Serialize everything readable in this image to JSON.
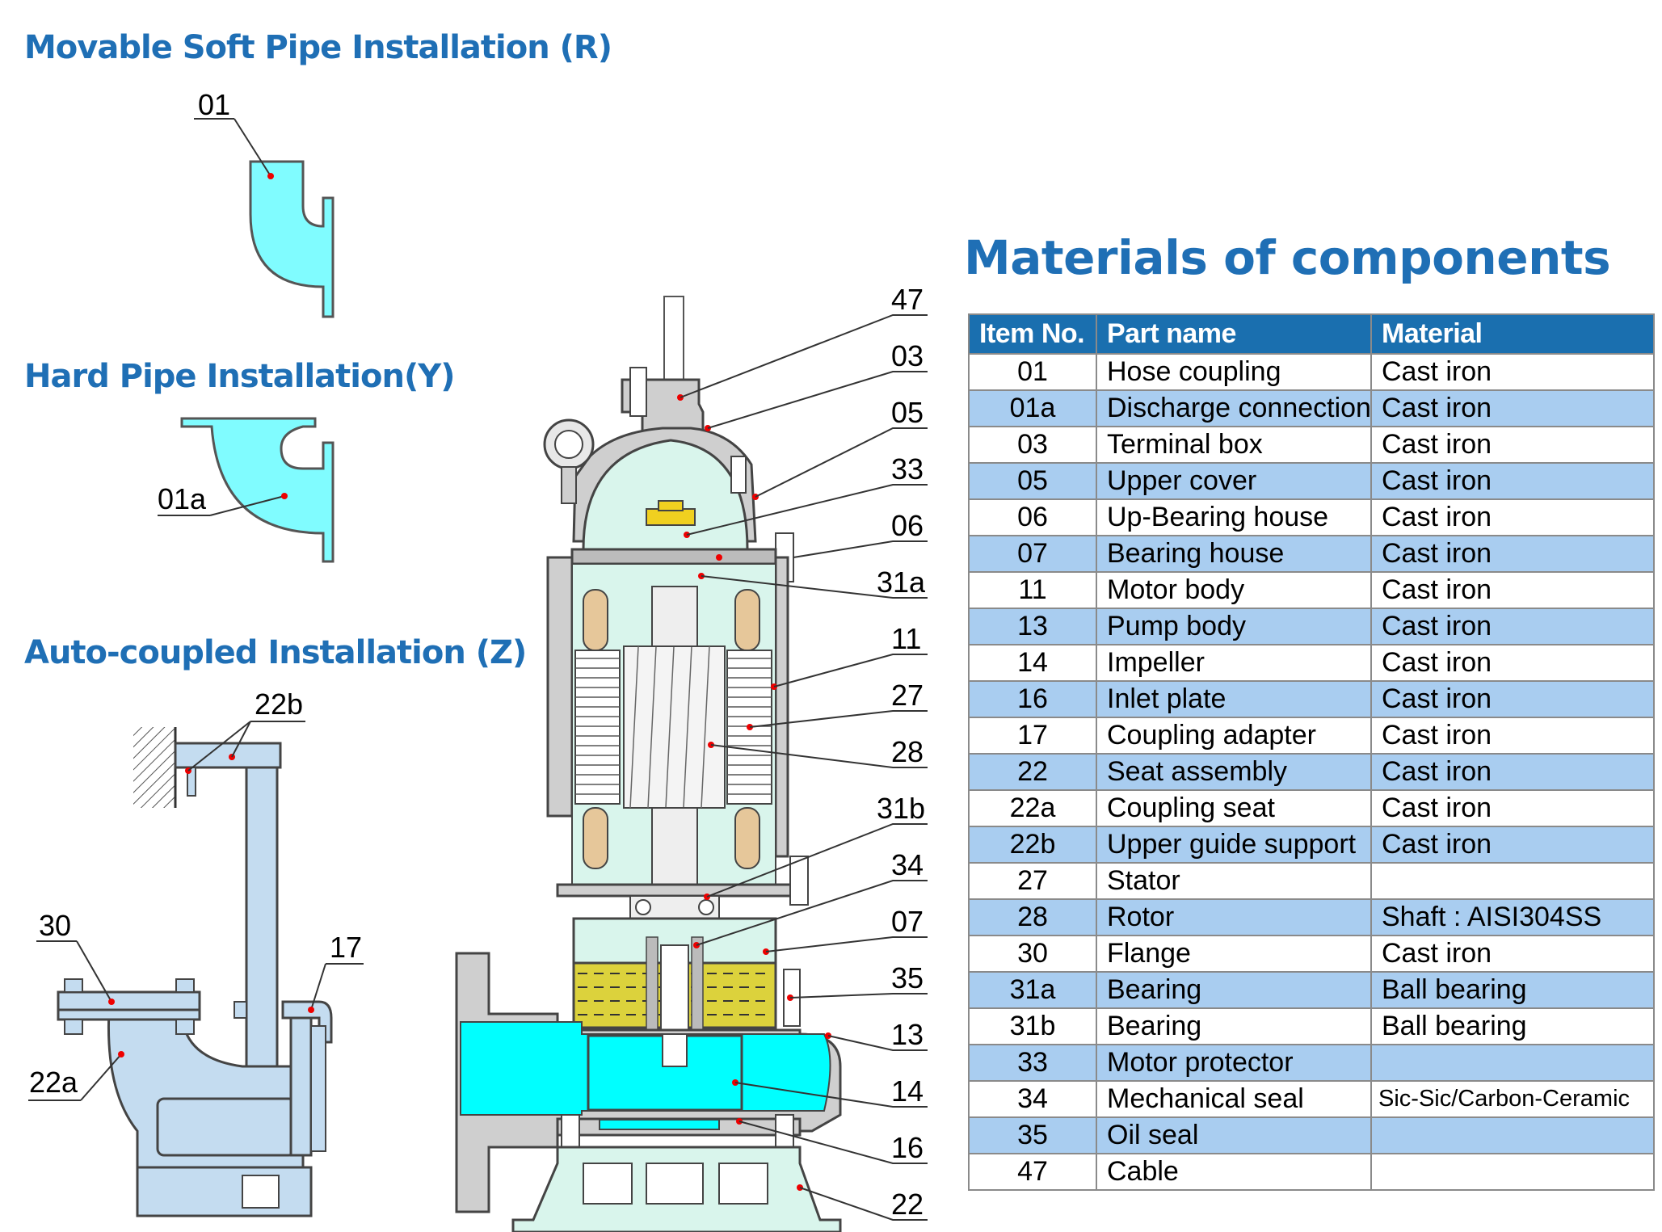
{
  "sections": {
    "movable": "Movable Soft Pipe Installation (R)",
    "hard": "Hard Pipe  Installation(Y)",
    "auto": "Auto-coupled Installation (Z)"
  },
  "materials_title": "Materials of components",
  "table": {
    "headers": [
      "Item No.",
      "Part name",
      "Material"
    ],
    "rows": [
      [
        "01",
        "Hose coupling",
        "Cast iron"
      ],
      [
        "01a",
        "Discharge connection",
        "Cast iron"
      ],
      [
        "03",
        "Terminal box",
        "Cast iron"
      ],
      [
        "05",
        "Upper cover",
        "Cast iron"
      ],
      [
        "06",
        "Up-Bearing house",
        "Cast iron"
      ],
      [
        "07",
        "Bearing house",
        "Cast iron"
      ],
      [
        "11",
        "Motor body",
        "Cast iron"
      ],
      [
        "13",
        "Pump body",
        "Cast iron"
      ],
      [
        "14",
        "Impeller",
        "Cast iron"
      ],
      [
        "16",
        "Inlet plate",
        "Cast iron"
      ],
      [
        "17",
        "Coupling adapter",
        "Cast iron"
      ],
      [
        "22",
        "Seat assembly",
        "Cast iron"
      ],
      [
        "22a",
        "Coupling seat",
        "Cast iron"
      ],
      [
        "22b",
        "Upper guide support",
        "Cast iron"
      ],
      [
        "27",
        "Stator",
        ""
      ],
      [
        "28",
        "Rotor",
        "Shaft : AISI304SS"
      ],
      [
        "30",
        "Flange",
        "Cast iron"
      ],
      [
        "31a",
        "Bearing",
        "Ball bearing"
      ],
      [
        "31b",
        "Bearing",
        "Ball bearing"
      ],
      [
        "33",
        "Motor protector",
        ""
      ],
      [
        "34",
        "Mechanical seal",
        "Sic-Sic/Carbon-Ceramic"
      ],
      [
        "35",
        "Oil seal",
        ""
      ],
      [
        "47",
        "Cable",
        ""
      ]
    ]
  },
  "callouts": {
    "left": [
      "01",
      "01a",
      "22b",
      "30",
      "17",
      "22a"
    ],
    "pump": [
      "47",
      "03",
      "05",
      "33",
      "06",
      "31a",
      "11",
      "27",
      "28",
      "31b",
      "34",
      "07",
      "35",
      "13",
      "14",
      "16",
      "22"
    ]
  },
  "colors": {
    "title_blue": "#1f6fb5",
    "header_blue": "#1a6faf",
    "row_alt": "#a9cdf0",
    "pipe_cyan": "#80fcff",
    "body_mint": "#d9f5ec",
    "guide_blue": "#c4dcf0",
    "oil_yellow": "#dcd23c",
    "winding_tan": "#e6c79a"
  }
}
